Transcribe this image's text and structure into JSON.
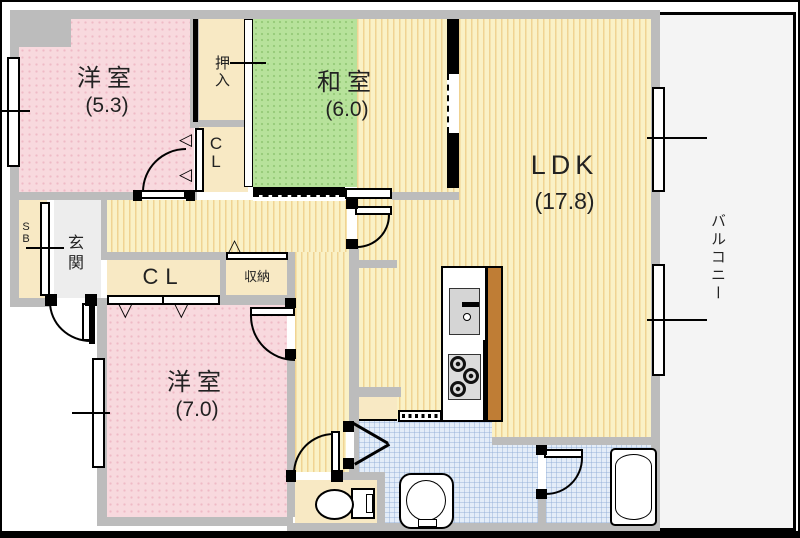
{
  "floorplan": {
    "rooms": {
      "bedroom1": {
        "name": "洋室",
        "size": "(5.3)"
      },
      "japanese_room": {
        "name": "和室",
        "size": "(6.0)"
      },
      "ldk": {
        "name": "LDK",
        "size": "(17.8)"
      },
      "bedroom2": {
        "name": "洋室",
        "size": "(7.0)"
      },
      "balcony": {
        "name": "バルコニー"
      },
      "entrance": {
        "name": "玄関"
      },
      "oshiire": {
        "name": "押入"
      },
      "closet_upper": {
        "name": "CL"
      },
      "closet_lower": {
        "name": "CL"
      },
      "storage": {
        "name": "収納"
      },
      "shoebox": {
        "name": "SB"
      }
    },
    "fixtures": [
      "toilet-icon",
      "washbasin-icon",
      "bathtub-icon",
      "kitchen-sink-icon",
      "stove-burner-icon",
      "kitchen-counter",
      "entrance-door",
      "folding-door",
      "sliding-door",
      "window"
    ],
    "colors": {
      "wall": "#bcbcbc",
      "bedroom_pink": "#f8d9de",
      "tatami_green": "#b7e29b",
      "ldk_yellow": "#faf1c6",
      "closet_cream": "#f8e9c4",
      "wet_area_blue": "#e4edf8",
      "balcony_gray": "#f4f4f4",
      "counter_brown": "#bf7d35"
    }
  }
}
